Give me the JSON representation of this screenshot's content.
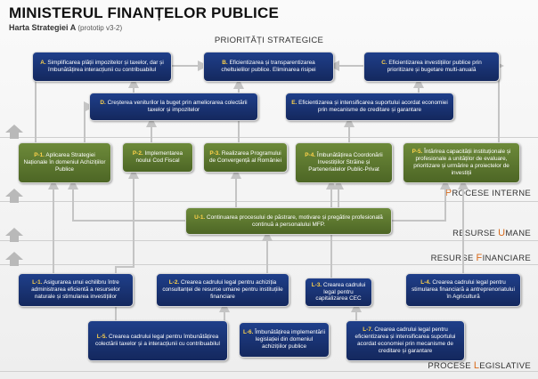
{
  "header": {
    "title": "MINISTERUL FINANȚELOR PUBLICE",
    "subtitle": "Harta Strategiei A",
    "prototype": "(prototip v3-2)"
  },
  "sections": {
    "strategic": "PRIORITĂȚI STRATEGICE",
    "internal": {
      "first": "P",
      "rest": "ROCESE INTERNE"
    },
    "human": {
      "before": "RESURSE ",
      "hl": "U",
      "after": "MANE"
    },
    "financial": {
      "before": "RESURSE ",
      "hl": "F",
      "after": "INANCIARE"
    },
    "legislative": {
      "before": "PROCESE ",
      "hl": "L",
      "after": "EGISLATIVE"
    }
  },
  "colors": {
    "blue_box": "#1a3575",
    "green_box": "#5e7a30",
    "code_highlight": "#ffd34a",
    "section_highlight": "#d7691a",
    "connector": "#bbbbbb"
  },
  "strategic_priorities": [
    {
      "code": "A.",
      "text": "Simplificarea plății impozitelor și taxelor, dar și îmbunătățirea interacțiunii cu contribuabilul"
    },
    {
      "code": "B.",
      "text": "Eficientizarea și transparentizarea cheltuielilor publice. Eliminarea risipei"
    },
    {
      "code": "C.",
      "text": "Eficientizarea investițiilor publice prin prioritizare și bugetare multi-anuală"
    },
    {
      "code": "D.",
      "text": "Creșterea veniturilor la buget prin ameliorarea colectării taxelor și impozitelor"
    },
    {
      "code": "E.",
      "text": "Eficientizarea și intensificarea suportului acordat economiei prin mecanisme de creditare și garantare"
    }
  ],
  "internal_processes": [
    {
      "code": "P-1.",
      "text": "Aplicarea Strategiei Naționale în domeniul Achizițiilor Publice"
    },
    {
      "code": "P-2.",
      "text": "Implementarea noului Cod Fiscal"
    },
    {
      "code": "P-3.",
      "text": "Realizarea Programului de Convergență al României"
    },
    {
      "code": "P-4.",
      "text": "Îmbunătățirea Coordonării Investițiilor Străine și Parteneriatelor Public-Privat"
    },
    {
      "code": "P-5.",
      "text": "Întărirea capacității instituționale și profesionale a unităților de evaluare, prioritizare și urmărire a proiectelor de investiții"
    }
  ],
  "human_resources": [
    {
      "code": "U-1.",
      "text": "Continuarea procesului de păstrare, motivare și pregătire profesională continuă a personalului MFP."
    }
  ],
  "legislative_processes": [
    {
      "code": "L-1.",
      "text": "Asigurarea unui echilibru între administrarea eficientă a resurselor naturale și stimularea investițiilor"
    },
    {
      "code": "L-2.",
      "text": "Crearea cadrului legal pentru achiziția consultanței de resurse umane pentru instituțiile financiare"
    },
    {
      "code": "L-3.",
      "text": "Crearea cadrului legal pentru capitalizarea CEC"
    },
    {
      "code": "L-4.",
      "text": "Crearea cadrului legal pentru stimularea financiară a antreprenoriatului în Agricultură"
    },
    {
      "code": "L-5.",
      "text": "Crearea cadrului legal pentru îmbunătățirea colectării taxelor și a interacțiunii cu contribuabilul"
    },
    {
      "code": "L-6.",
      "text": "Îmbunătățirea implementării legislației din domeniul achizițiilor publice"
    },
    {
      "code": "L-7.",
      "text": "Crearea cadrului legal pentru eficientizarea și intensificarea suportului acordat economiei prin mecanisme de creditare și garantare"
    }
  ]
}
